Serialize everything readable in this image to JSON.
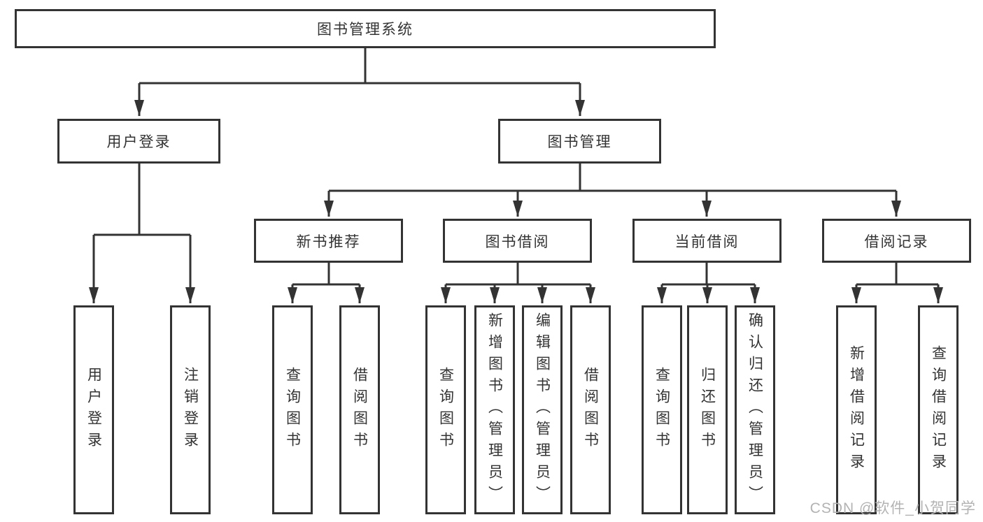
{
  "diagram": {
    "type": "tree",
    "title": "图书管理系统",
    "nodes": {
      "root": {
        "label": "图书管理系统",
        "children": [
          "userLogin",
          "bookMgmt"
        ]
      },
      "userLogin": {
        "label": "用户登录",
        "children": [
          "leafUserLogin",
          "leafLogout"
        ]
      },
      "bookMgmt": {
        "label": "图书管理",
        "children": [
          "newBookRec",
          "bookBorrow",
          "currentBorrow",
          "borrowRecords"
        ]
      },
      "newBookRec": {
        "label": "新书推荐",
        "children": [
          "leafRecQuery",
          "leafRecBorrow"
        ]
      },
      "bookBorrow": {
        "label": "图书借阅",
        "children": [
          "leafBbQuery",
          "leafBbAdd",
          "leafBbEdit",
          "leafBbBorrow"
        ]
      },
      "currentBorrow": {
        "label": "当前借阅",
        "children": [
          "leafCbQuery",
          "leafCbReturn",
          "leafCbConfirm"
        ]
      },
      "borrowRecords": {
        "label": "借阅记录",
        "children": [
          "leafBrAdd",
          "leafBrQuery"
        ]
      },
      "leafUserLogin": {
        "label": "用户登录"
      },
      "leafLogout": {
        "label": "注销登录"
      },
      "leafRecQuery": {
        "label": "查询图书"
      },
      "leafRecBorrow": {
        "label": "借阅图书"
      },
      "leafBbQuery": {
        "label": "查询图书"
      },
      "leafBbAdd": {
        "label": "新增图书（管理员）"
      },
      "leafBbEdit": {
        "label": "编辑图书（管理员）"
      },
      "leafBbBorrow": {
        "label": "借阅图书"
      },
      "leafCbQuery": {
        "label": "查询图书"
      },
      "leafCbReturn": {
        "label": "归还图书"
      },
      "leafCbConfirm": {
        "label": "确认归还（管理员）"
      },
      "leafBrAdd": {
        "label": "新增借阅记录"
      },
      "leafBrQuery": {
        "label": "查询借阅记录"
      }
    },
    "colors": {
      "line": "#333333",
      "box_border": "#333333",
      "box_fill": "#ffffff",
      "text": "#333333",
      "background": "#ffffff"
    }
  },
  "watermark": {
    "text": "CSDN @软件_小贺同学",
    "color": "#b3b3b3"
  }
}
